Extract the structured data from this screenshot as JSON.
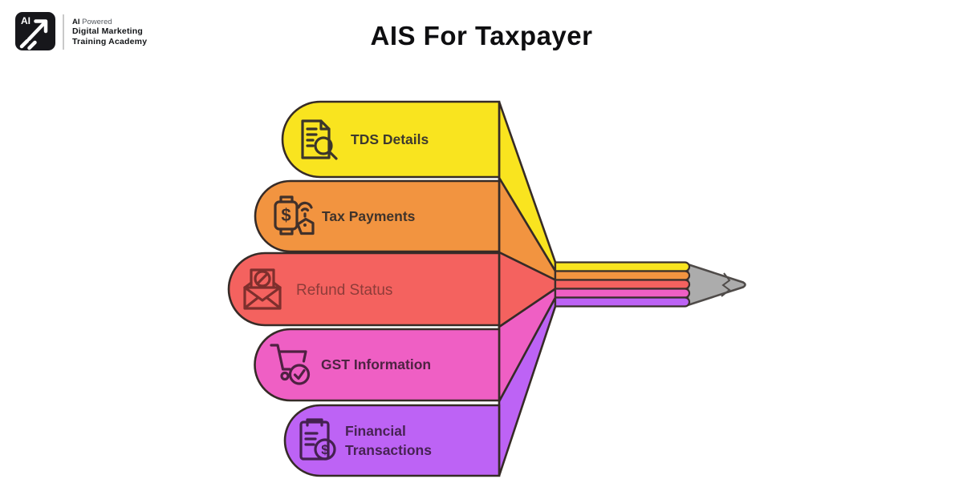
{
  "header": {
    "logo": {
      "badge": "AI",
      "tagline_bold": "AI",
      "tagline_rest": " Powered",
      "name_line1": "Digital Marketing",
      "name_line2": "Training Academy"
    },
    "title": "AIS For Taxpayer"
  },
  "glyphs": {
    "dollar": "$"
  },
  "diagram": {
    "items": [
      {
        "label": "TDS Details",
        "icon": "document-search-icon",
        "fill": "#F9E41F",
        "text_color": "#3D392E",
        "icon_color": "#3B352B"
      },
      {
        "label": "Tax Payments",
        "icon": "payment-contactless-icon",
        "fill": "#F29440",
        "text_color": "#3F332B",
        "icon_color": "#40302A"
      },
      {
        "label": "Refund Status",
        "icon": "mail-blocked-icon",
        "fill": "#F4625F",
        "text_color": "#8E3C39",
        "icon_color": "#7E2F2D"
      },
      {
        "label": "GST Information",
        "icon": "cart-check-icon",
        "fill": "#EF5FC4",
        "text_color": "#4D2342",
        "icon_color": "#4F2142"
      },
      {
        "label": "Financial Transactions",
        "label_lines": [
          "Financial",
          "Transactions"
        ],
        "icon": "clipboard-dollar-icon",
        "fill": "#BD63F5",
        "text_color": "#472353",
        "icon_color": "#44214F"
      }
    ],
    "pencil": {
      "wood_color": "#ACACAC",
      "outline_color": "#4F4B49"
    }
  }
}
